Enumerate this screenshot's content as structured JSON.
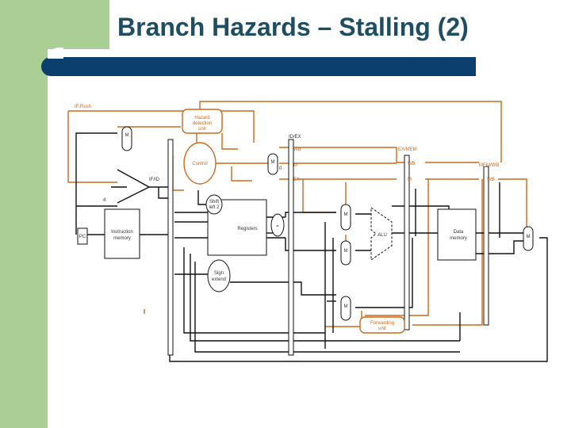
{
  "slide": {
    "title": "Branch Hazards – Stalling (2)"
  },
  "diagram": {
    "labels": {
      "if_flush": "IF.Flush",
      "hazard_detection_unit": [
        "Hazard",
        "detection",
        "unit"
      ],
      "control": "Control",
      "id_ex": "ID/EX",
      "ex_mem": "EX/MEM",
      "mem_wb": "MEM/WB",
      "wb": "WB",
      "m": "M",
      "ex": "EX",
      "if_id": "IF/ID",
      "pc": "PC",
      "instruction_memory": [
        "Instruction",
        "memory"
      ],
      "registers": "Registers",
      "shift_left_2": [
        "Shift",
        "left 2"
      ],
      "sign_extend": [
        "Sign",
        "extend"
      ],
      "alu": "ALU",
      "data_memory": [
        "Data",
        "memory"
      ],
      "forwarding_unit": [
        "Forwarding",
        "unit"
      ],
      "four": "4",
      "mux": "M\nu\nx",
      "zero": "0",
      "equals": "="
    },
    "colors": {
      "control_path": "#cc6a1a",
      "data_path": "#111111",
      "slide_green": "#a9cf95",
      "bar_blue": "#0b3f6e"
    }
  }
}
